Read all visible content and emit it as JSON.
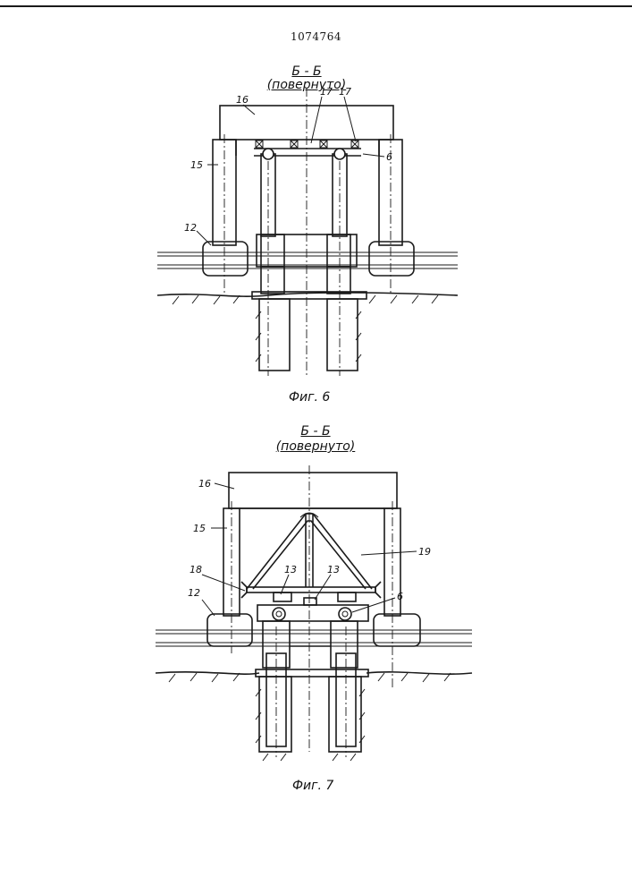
{
  "document": {
    "patent_number": "1074764"
  },
  "figure6": {
    "section_label": "Б - Б",
    "section_note": "(повернуто)",
    "caption": "Фиг. 6",
    "labels": {
      "l16": "16",
      "l17a": "17",
      "l17b": "17",
      "l6": "6",
      "l15": "15",
      "l12": "12"
    }
  },
  "figure7": {
    "section_label": "Б - Б",
    "section_note": "(повернуто)",
    "caption": "Фиг. 7",
    "labels": {
      "l16": "16",
      "l15": "15",
      "l19": "19",
      "l18": "18",
      "l13a": "13",
      "l13b": "13",
      "l12": "12",
      "l6": "6"
    }
  }
}
